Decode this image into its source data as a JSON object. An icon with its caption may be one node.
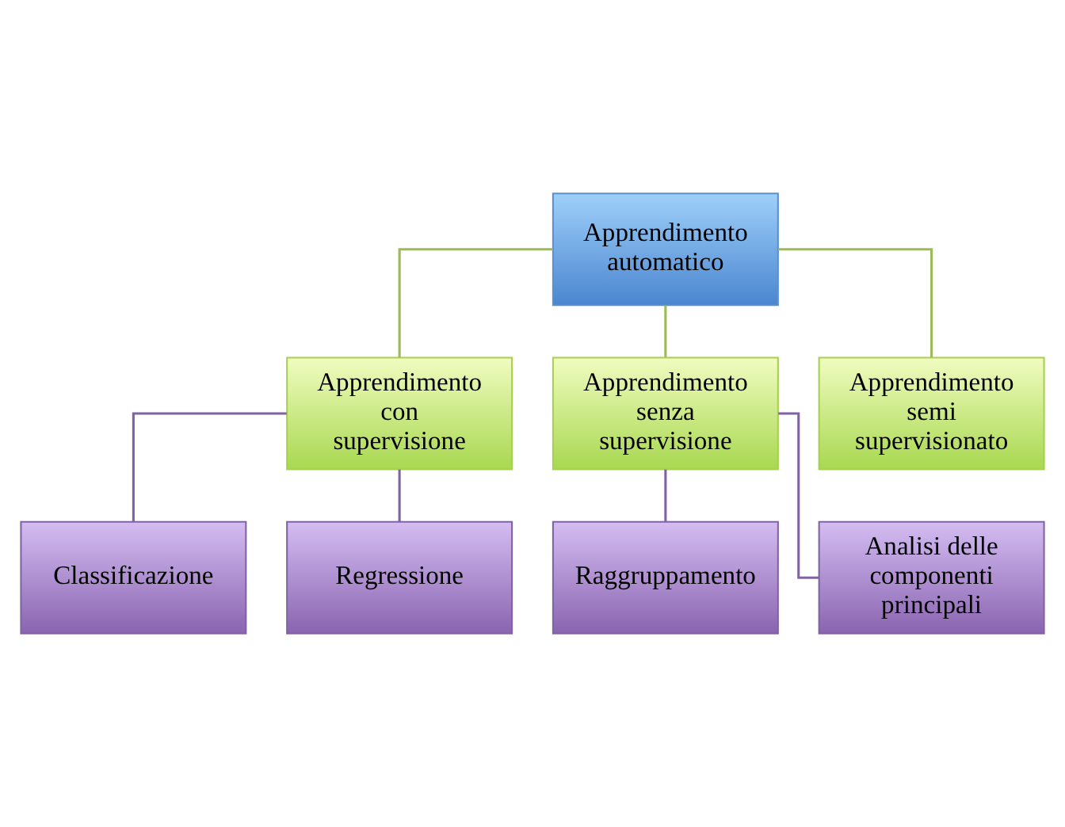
{
  "diagram": {
    "nodes": [
      {
        "text": [
          "Apprendimento automatico"
        ]
      },
      {
        "text": [
          "Apprendimento con supervisione"
        ]
      },
      {
        "text": [
          "Apprendimento senza supervisione"
        ]
      },
      {
        "text": [
          "Apprendimento semi supervisionato"
        ]
      },
      {
        "text": [
          "Classificazione"
        ]
      },
      {
        "text": [
          "Regressione"
        ]
      },
      {
        "text": [
          "Raggruppamento"
        ]
      },
      {
        "text": [
          "Analisi delle componenti principali"
        ]
      }
    ],
    "edges": [
      {
        "from": 0,
        "to": 1,
        "arrow": "none",
        "color": "#9bbb59"
      },
      {
        "from": 0,
        "to": 2,
        "arrow": "none",
        "color": "#9bbb59"
      },
      {
        "from": 0,
        "to": 3,
        "arrow": "none",
        "color": "#9bbb59"
      },
      {
        "from": 1,
        "to": 4,
        "arrow": "none"
      },
      {
        "from": 1,
        "to": 5,
        "arrow": "none"
      },
      {
        "from": 2,
        "to": 6,
        "arrow": "none"
      },
      {
        "from": 2,
        "to": 7,
        "arrow": "none"
      }
    ]
  }
}
